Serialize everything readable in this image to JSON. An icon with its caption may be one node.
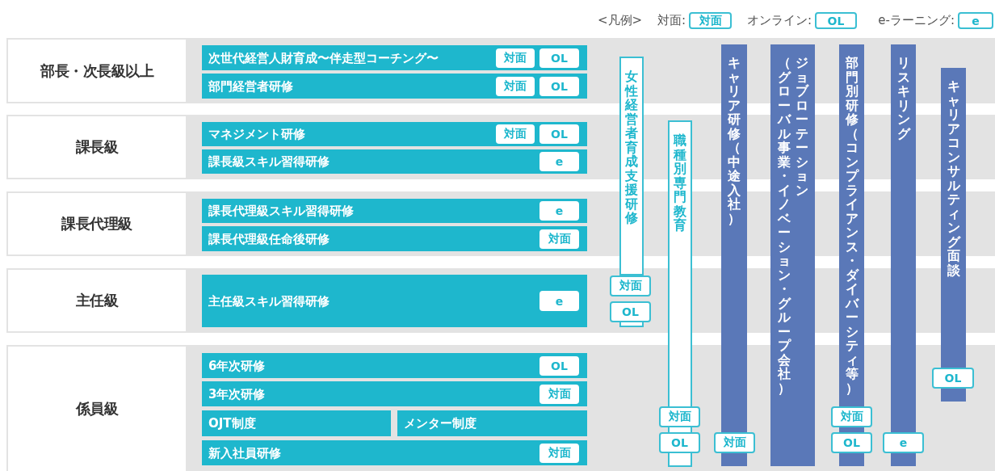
{
  "diagram": {
    "nodes": [
      {
        "text": [
          "対面"
        ],
        "beside": [
          "対面:"
        ]
      },
      {
        "text": [
          "OL"
        ],
        "beside": [
          "オンライン:"
        ]
      },
      {
        "text": [
          "e"
        ],
        "beside": [
          "e-ラーニング:"
        ]
      },
      {
        "text": [
          "部長・次長級以上"
        ]
      },
      {
        "text": [
          "次世代経営人財育成〜伴走型コーチング〜"
        ]
      },
      {
        "text": [
          "対面"
        ],
        "in": 4
      },
      {
        "text": [
          "OL"
        ],
        "in": 4
      },
      {
        "text": [
          "部門経営者研修"
        ]
      },
      {
        "text": [
          "対面"
        ],
        "in": 7
      },
      {
        "text": [
          "OL"
        ],
        "in": 7
      },
      {
        "text": [
          "課長級"
        ]
      },
      {
        "text": [
          "マネジメント研修"
        ]
      },
      {
        "text": [
          "対面"
        ],
        "in": 11
      },
      {
        "text": [
          "OL"
        ],
        "in": 11
      },
      {
        "text": [
          "課長級スキル習得研修"
        ]
      },
      {
        "text": [
          "e"
        ],
        "in": 14
      },
      {
        "text": [
          "課長代理級"
        ]
      },
      {
        "text": [
          "課長代理級スキル習得研修"
        ]
      },
      {
        "text": [
          "e"
        ],
        "in": 17
      },
      {
        "text": [
          "課長代理級任命後研修"
        ]
      },
      {
        "text": [
          "対面"
        ],
        "in": 19
      },
      {
        "text": [
          "主任級"
        ]
      },
      {
        "text": [
          "主任級スキル習得研修"
        ]
      },
      {
        "text": [
          "e"
        ],
        "in": 22
      },
      {
        "text": [
          "係員級"
        ]
      },
      {
        "text": [
          "6年次研修"
        ]
      },
      {
        "text": [
          "OL"
        ],
        "in": 25
      },
      {
        "text": [
          "3年次研修"
        ]
      },
      {
        "text": [
          "対面"
        ],
        "in": 27
      },
      {
        "text": [
          "OJT制度"
        ]
      },
      {
        "text": [
          "メンター制度"
        ]
      },
      {
        "text": [
          "新入社員研修"
        ]
      },
      {
        "text": [
          "対面"
        ],
        "in": 31
      },
      {
        "text": [
          "女性経営者育成支援研修"
        ]
      },
      {
        "text": [
          "対面"
        ]
      },
      {
        "text": [
          "OL"
        ]
      },
      {
        "text": [
          "職種別専門教育"
        ]
      },
      {
        "text": [
          "対面"
        ]
      },
      {
        "text": [
          "OL"
        ]
      },
      {
        "text": [
          "キャリア研修（中途入社）"
        ]
      },
      {
        "text": [
          "対面"
        ]
      },
      {
        "text": [
          "（グローバル事業・イノベーション・グループ会社）",
          "ジョブローテーション"
        ]
      },
      {
        "text": [
          "部門別研修（コンプライアンス・ダイバーシティ等）"
        ]
      },
      {
        "text": [
          "対面"
        ]
      },
      {
        "text": [
          "OL"
        ]
      },
      {
        "text": [
          "リスキリング"
        ]
      },
      {
        "text": [
          "e"
        ]
      },
      {
        "text": [
          "キャリアコンサルティング面談"
        ]
      },
      {
        "text": [
          "OL"
        ]
      }
    ],
    "labels": [
      "<凡例>"
    ]
  }
}
